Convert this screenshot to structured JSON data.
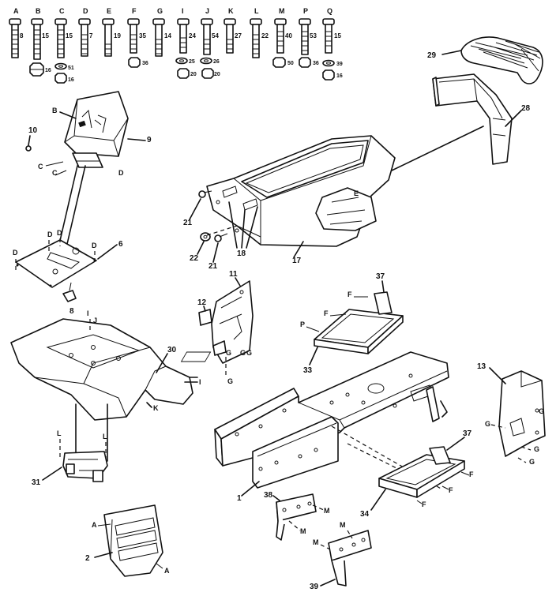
{
  "hardware": {
    "bolts": [
      {
        "letter": "A",
        "len": "8"
      },
      {
        "letter": "B",
        "len": "15"
      },
      {
        "letter": "C",
        "len": "15"
      },
      {
        "letter": "D",
        "len": "7"
      },
      {
        "letter": "E",
        "len": "19"
      },
      {
        "letter": "F",
        "len": "35"
      },
      {
        "letter": "G",
        "len": "14"
      },
      {
        "letter": "I",
        "len": "24"
      },
      {
        "letter": "J",
        "len": "54"
      },
      {
        "letter": "K",
        "len": "27"
      },
      {
        "letter": "L",
        "len": "22"
      },
      {
        "letter": "M",
        "len": "40"
      },
      {
        "letter": "P",
        "len": "53"
      },
      {
        "letter": "Q",
        "len": "15"
      }
    ],
    "small_labels": [
      "16",
      "51",
      "16",
      "36",
      "25",
      "26",
      "20",
      "20",
      "50",
      "36",
      "39",
      "16"
    ]
  },
  "parts": {
    "p29": "29",
    "p28": "28",
    "p10": "10",
    "p9": "9",
    "p21a": "21",
    "p22": "22",
    "p21b": "21",
    "p18": "18",
    "p17": "17",
    "p6": "6",
    "p8": "8",
    "p11": "11",
    "p12": "12",
    "p37a": "37",
    "p33": "33",
    "p30": "30",
    "p13": "13",
    "p31": "31",
    "p1": "1",
    "p37b": "37",
    "p34": "34",
    "p38": "38",
    "p2": "2",
    "p39": "39"
  },
  "letters": {
    "B": "B",
    "C": "C",
    "C2": "C",
    "D1": "D",
    "D2": "D",
    "D3": "D",
    "D4": "D",
    "D5": "D",
    "E": "E",
    "F1": "F",
    "F2": "F",
    "P": "P",
    "G1": "G",
    "G2": "G",
    "G3": "G",
    "G4": "G",
    "I": "I",
    "J": "J",
    "I2": "I",
    "K": "K",
    "L1": "L",
    "L2": "L",
    "A1": "A",
    "A2": "A",
    "M1": "M",
    "M2": "M",
    "M3": "M",
    "M4": "M",
    "F3": "F",
    "F4": "F",
    "F5": "F",
    "G5": "G",
    "G6": "G",
    "G7": "G",
    "G8": "G"
  }
}
